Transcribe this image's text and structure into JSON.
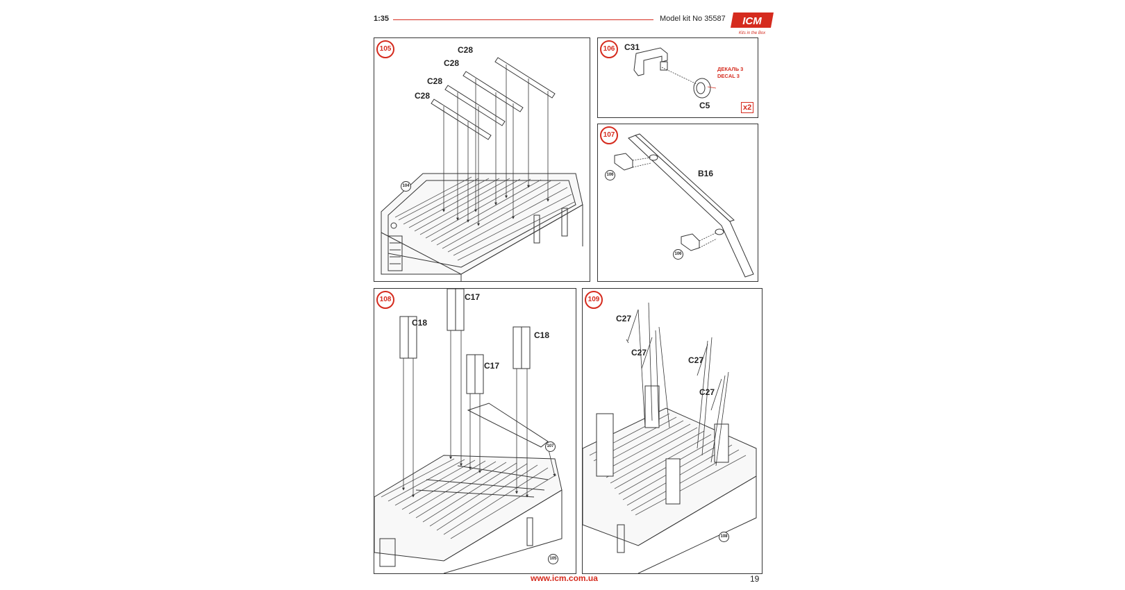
{
  "header": {
    "scale": "1:35",
    "model": "Model kit No 35587",
    "logo_text": "ICM",
    "logo_tagline": "Kits in the Box",
    "accent_color": "#d52b1e"
  },
  "steps": [
    {
      "number": "105",
      "labels": [
        "C28",
        "C28",
        "C28",
        "C28"
      ],
      "refs": [
        "104"
      ]
    },
    {
      "number": "106",
      "labels": [
        "C31",
        "C5"
      ],
      "decal": [
        "ДЕКАЛЬ 3",
        "DECAL 3"
      ],
      "multiplier": "x2"
    },
    {
      "number": "107",
      "labels": [
        "B16"
      ],
      "refs": [
        "106",
        "106"
      ]
    },
    {
      "number": "108",
      "labels": [
        "C17",
        "C18",
        "C18",
        "C17"
      ],
      "refs": [
        "107",
        "105"
      ]
    },
    {
      "number": "109",
      "labels": [
        "C27",
        "C27",
        "C27",
        "C27"
      ],
      "refs": [
        "108"
      ]
    }
  ],
  "footer": {
    "url": "www.icm.com.ua",
    "page_number": "19"
  }
}
